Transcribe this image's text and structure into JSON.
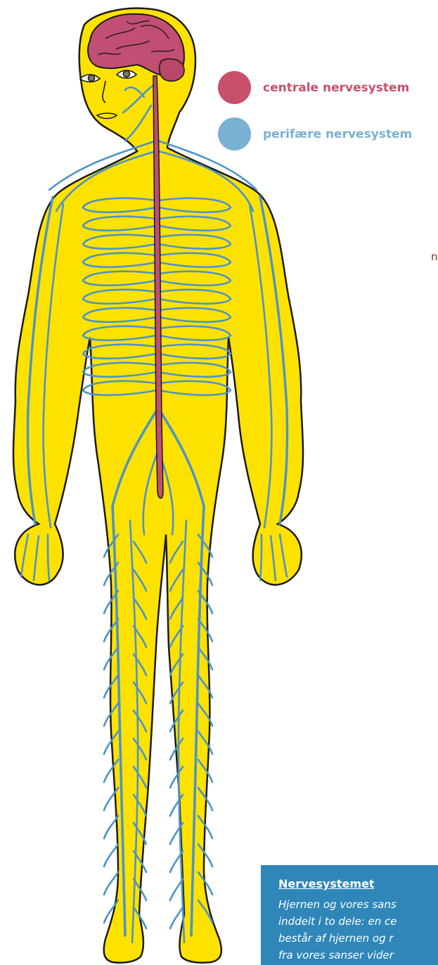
{
  "legend": {
    "central": {
      "label": "centrale nervesystem",
      "color": "#c9506b"
    },
    "peripheral": {
      "label": "perifære nervesystem",
      "color": "#79b0d3"
    }
  },
  "stray_text": "n",
  "info_box": {
    "title": "Nervesystemet",
    "lines": [
      "Hjernen og vores sans",
      "inddelt i to dele: en ce",
      "består af hjernen og r",
      "fra vores sanser vider"
    ],
    "background": "#2e86b9"
  },
  "figure": {
    "body_color": "#fde200",
    "outline_color": "#1c1a10",
    "nerve_color": "#4d93c8",
    "cns_color": "#c04f73"
  }
}
